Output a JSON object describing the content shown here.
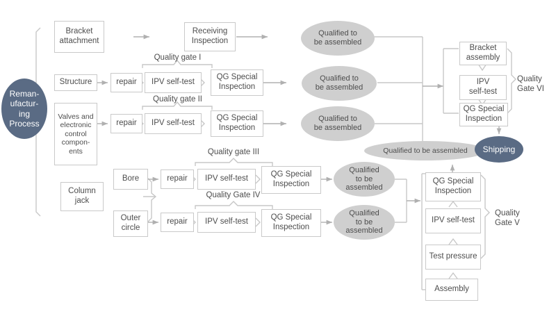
{
  "diagram": {
    "title": "Remanufacturing quality gate process flow",
    "colors": {
      "box_border": "#c9c9c9",
      "box_fill": "#ffffff",
      "ellipse_fill": "#cfcfcf",
      "terminal_fill": "#5a6b84",
      "text": "#4d4d4d",
      "connector": "#b5b5b5",
      "background": "#ffffff"
    },
    "start": {
      "label": "Reman-\nufactur-\ning\nProcess"
    },
    "end": {
      "label": "Shipping"
    },
    "streams": [
      {
        "name": "bracket",
        "source": {
          "label": "Bracket\nattachment"
        },
        "steps": [
          {
            "label": "Receiving\nInspection"
          }
        ],
        "result": {
          "label": "Qualified to\nbe assembled"
        }
      },
      {
        "name": "structure",
        "source": {
          "label": "Structure"
        },
        "steps": [
          {
            "label": "repair"
          },
          {
            "label": "IPV self-test"
          },
          {
            "label": "QG Special\nInspection"
          }
        ],
        "gate": "Quality gate I",
        "result": {
          "label": "Qualified to\nbe assembled"
        }
      },
      {
        "name": "valves",
        "source": {
          "label": "Valves and\nelectronic\ncontrol\ncompon-\nents"
        },
        "steps": [
          {
            "label": "repair"
          },
          {
            "label": "IPV self-test"
          },
          {
            "label": "QG Special\nInspection"
          }
        ],
        "gate": "Quality gate  II",
        "result": {
          "label": "Qualified to\nbe assembled"
        }
      },
      {
        "name": "bore",
        "source": {
          "label": "Column\njack"
        },
        "branch": {
          "label": "Bore"
        },
        "steps": [
          {
            "label": "repair"
          },
          {
            "label": "IPV self-test"
          },
          {
            "label": "QG Special\nInspection"
          }
        ],
        "gate": "Quality gate  III",
        "result": {
          "label": "Qualified\nto be\nassembled"
        }
      },
      {
        "name": "outer-circle",
        "source": {
          "label": "Column\njack"
        },
        "branch": {
          "label": "Outer\ncircle"
        },
        "steps": [
          {
            "label": "repair"
          },
          {
            "label": "IPV self-test"
          },
          {
            "label": "QG Special\nInspection"
          }
        ],
        "gate": "Quality Gate IV",
        "result": {
          "label": "Qualified\nto be\nassembled"
        }
      }
    ],
    "gate_v": {
      "label": "Quality\nGate V",
      "steps": [
        {
          "label": "QG Special\nInspection"
        },
        {
          "label": "IPV self-test"
        },
        {
          "label": "Test pressure"
        },
        {
          "label": "Assembly"
        }
      ],
      "result": {
        "label": "Qualified to be assembled"
      }
    },
    "gate_vi": {
      "label": "Quality\nGate VI",
      "steps": [
        {
          "label": "Bracket\nassembly"
        },
        {
          "label": "IPV\nself-test"
        },
        {
          "label": "QG Special\nInspection"
        }
      ]
    }
  }
}
